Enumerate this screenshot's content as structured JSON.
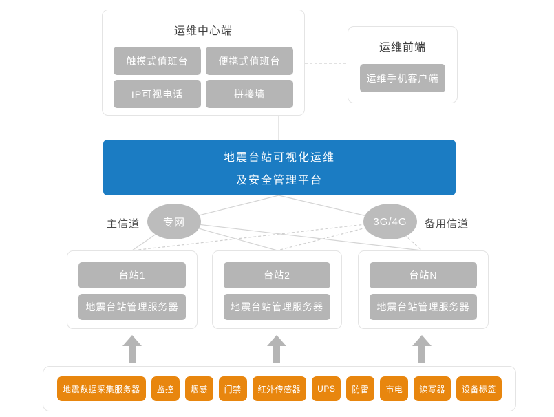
{
  "palette": {
    "platform_blue": "#1b7cc3",
    "node_gray": "#b5b5b5",
    "ellipse_gray": "#bcbcbc",
    "device_orange": "#e8860e",
    "line_gray": "#d4d4d4"
  },
  "ops_center": {
    "title": "运维中心端",
    "buttons": [
      "触摸式值班台",
      "便携式值班台",
      "IP可视电话",
      "拼接墙"
    ]
  },
  "ops_front": {
    "title": "运维前端",
    "button": "运维手机客户端"
  },
  "platform": {
    "line1": "地震台站可视化运维",
    "line2": "及安全管理平台"
  },
  "channels": {
    "primary_label": "主信道",
    "primary": "专网",
    "backup": "3G/4G",
    "backup_label": "备用信道"
  },
  "stations": [
    {
      "name": "台站1",
      "server": "地震台站管理服务器"
    },
    {
      "name": "台站2",
      "server": "地震台站管理服务器"
    },
    {
      "name": "台站N",
      "server": "地震台站管理服务器"
    }
  ],
  "devices": [
    "地震数据采集服务器",
    "监控",
    "烟感",
    "门禁",
    "红外传感器",
    "UPS",
    "防雷",
    "市电",
    "读写器",
    "设备标签"
  ]
}
